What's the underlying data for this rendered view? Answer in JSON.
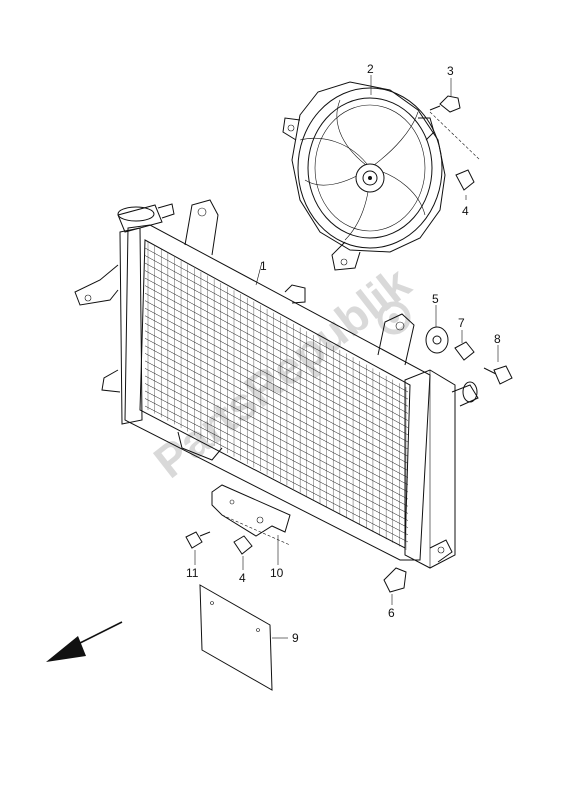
{
  "watermark": "PartsRepublik",
  "callouts": {
    "p1": "1",
    "p2": "2",
    "p3": "3",
    "p4a": "4",
    "p4b": "4",
    "p5": "5",
    "p6": "6",
    "p7": "7",
    "p8": "8",
    "p9": "9",
    "p10": "10",
    "p11": "11"
  },
  "icons": {
    "direction": "front-direction-arrow-icon",
    "logo": "gear-logo-icon"
  }
}
